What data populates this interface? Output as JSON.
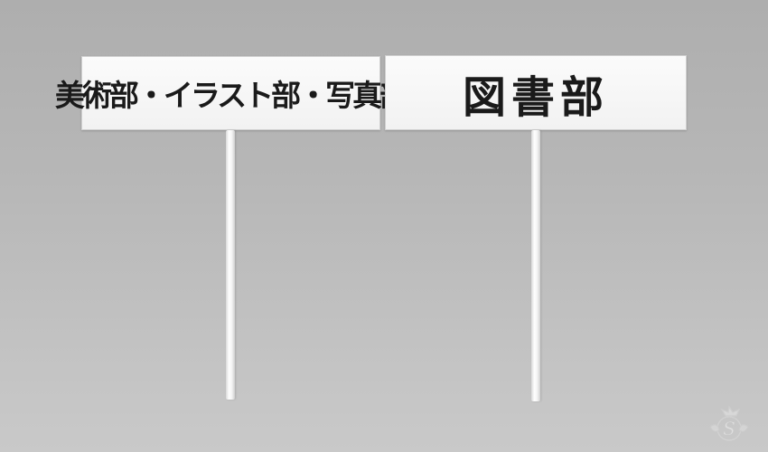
{
  "signs": {
    "left": {
      "label": "美術部・イラスト部・写真部"
    },
    "right": {
      "label": "図書部"
    }
  },
  "colors": {
    "background": "#b8b8b8",
    "board": "#f7f7f7",
    "text": "#1a1a1a",
    "pole": "#f0f0f0"
  },
  "watermark": {
    "icon": "s-crest-logo-icon",
    "letter": "S"
  }
}
